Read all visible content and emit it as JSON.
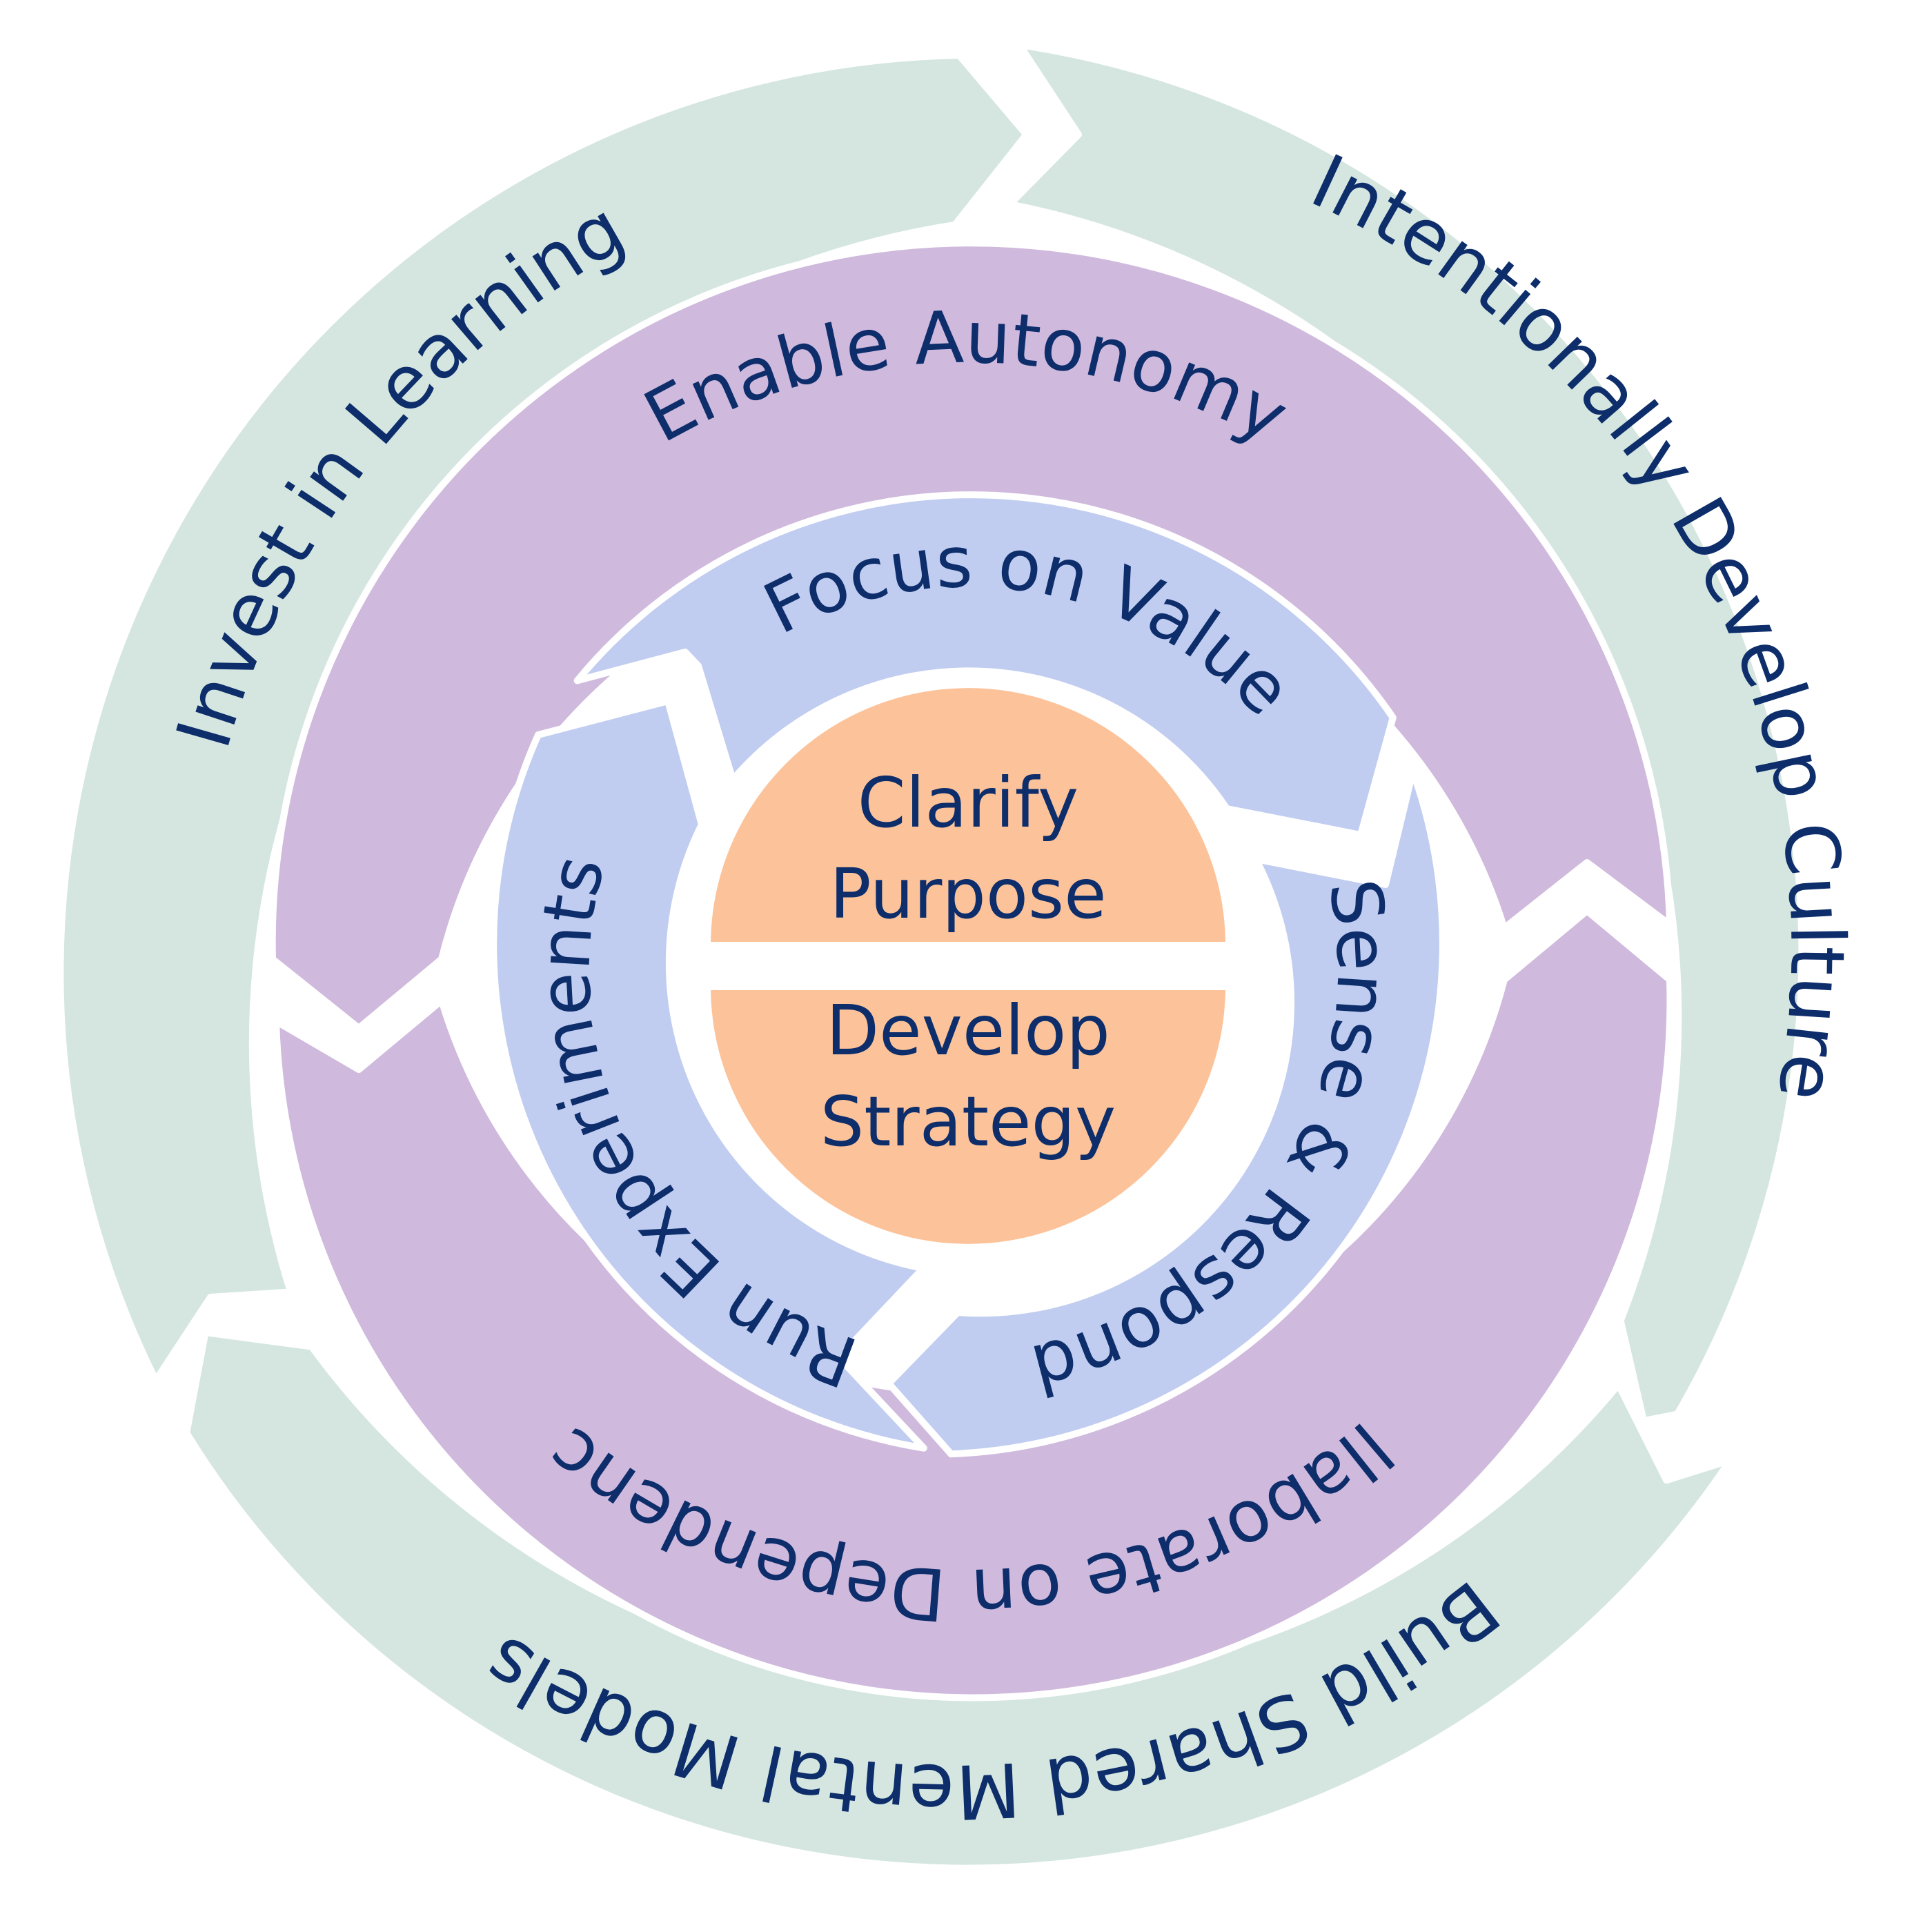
{
  "colors": {
    "outer_ring": "#d4e6df",
    "middle_ring": "#cfb9dd",
    "inner_ring": "#c0cdf0",
    "core": "#fcc39a",
    "text": "#0d2d6b",
    "separator": "#ffffff"
  },
  "outer_ring": {
    "segments": [
      {
        "label": "Intentionally Develop Culture"
      },
      {
        "label": "Build Shared Mental Models"
      },
      {
        "label": "Invest in Learning"
      }
    ]
  },
  "middle_ring": {
    "segments": [
      {
        "label": "Enable Autonomy"
      },
      {
        "label": "Collaborate on Dependencies"
      }
    ]
  },
  "inner_ring": {
    "segments": [
      {
        "label": "Focus on Value"
      },
      {
        "label": "Sense & Respond"
      },
      {
        "label": "Run Experiments"
      }
    ]
  },
  "core": {
    "top": {
      "line1": "Clarify",
      "line2": "Purpose"
    },
    "bottom": {
      "line1": "Develop",
      "line2": "Strategy"
    }
  }
}
